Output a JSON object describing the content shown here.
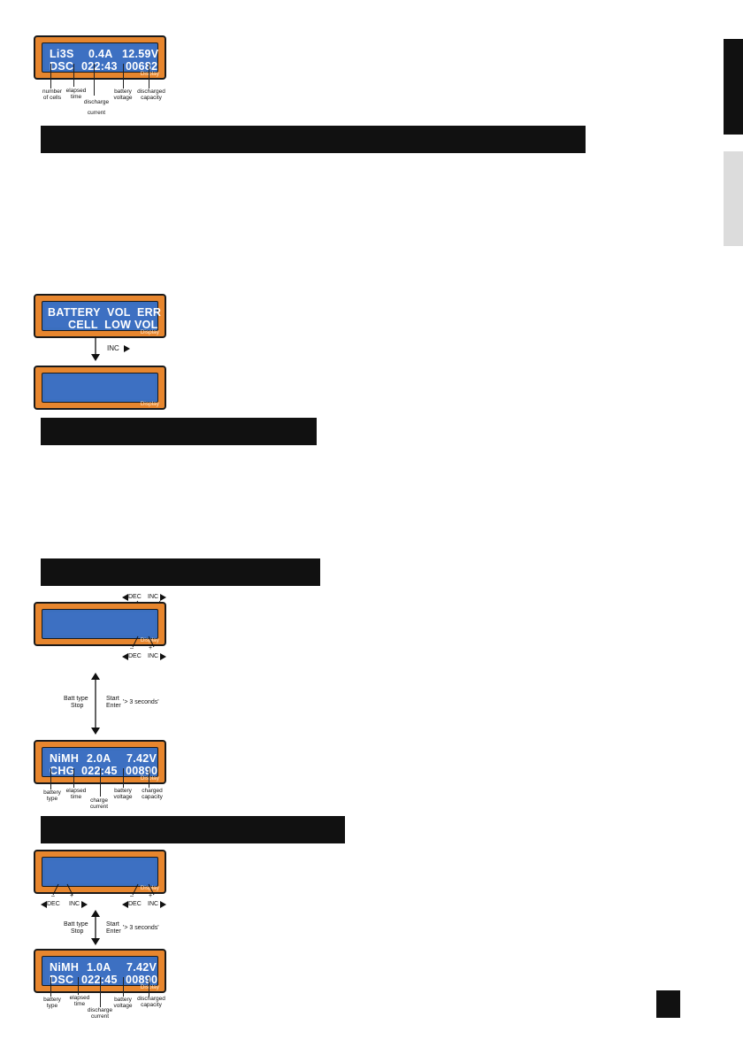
{
  "lcd_label": "Display",
  "display_discharge_top": {
    "line1": [
      "Li3S",
      "0.4A",
      "12.59V"
    ],
    "line2": [
      "DSC",
      "022:43",
      "00682"
    ],
    "annotations": [
      "number of cells",
      "elapsed time",
      "discharge current",
      "battery voltage",
      "discharged capacity"
    ]
  },
  "display_error": {
    "line1": "BATTERY  VOL  ERR",
    "line2": "CELL  LOW VOL"
  },
  "inc_button": "INC",
  "dec_button": "DEC",
  "plus_sign": "+",
  "minus_sign": "–",
  "batt_type_stop": [
    "Batt type",
    "Stop"
  ],
  "start_enter": [
    "Start",
    "Enter"
  ],
  "three_seconds": "'> 3 seconds'",
  "display_charge": {
    "line1": [
      "NiMH",
      "2.0A",
      "7.42V"
    ],
    "line2": [
      "CHG",
      "022:45",
      "00890"
    ],
    "annotations": [
      "battery type",
      "elapsed time",
      "charge current",
      "battery voltage",
      "charged capacity"
    ]
  },
  "display_discharge_bottom": {
    "line1": [
      "NiMH",
      "1.0A",
      "7.42V"
    ],
    "line2": [
      "DSC",
      "022:45",
      "00890"
    ],
    "annotations": [
      "battery type",
      "elapsed time",
      "discharge current",
      "battery voltage",
      "discharged capacity"
    ]
  },
  "colors": {
    "lcd_body": "#e7862e",
    "lcd_screen": "#3d70c2",
    "header_bar": "#111111",
    "tab_dark": "#111111",
    "tab_light": "#dcdcdc"
  }
}
